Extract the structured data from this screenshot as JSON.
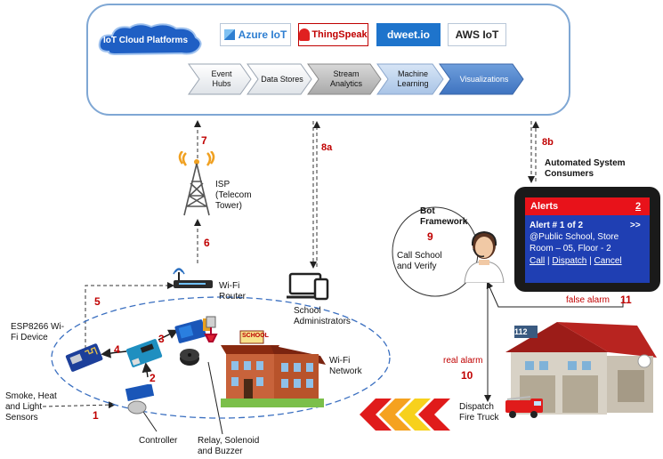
{
  "cloud": {
    "title": "IoT Cloud Platforms",
    "logos": [
      "Azure IoT",
      "ThingSpeak",
      "dweet.io",
      "AWS IoT"
    ],
    "pipeline": [
      "Event Hubs",
      "Data Stores",
      "Stream Analytics",
      "Machine Learning",
      "Visualizations"
    ]
  },
  "labels": {
    "isp": "ISP (Telecom Tower)",
    "router": "Wi-Fi Router",
    "school_admins": "School Administrators",
    "esp8266": "ESP8266 Wi-Fi Device",
    "sensors": "Smoke, Heat and Light Sensors",
    "controller": "Controller",
    "relay": "Relay, Solenoid and Buzzer",
    "wifi_network": "Wi-Fi Network",
    "school_sign": "SCHOOL",
    "automated": "Automated System Consumers",
    "bot_framework": "Bot Framework",
    "call_school": "Call School and Verify",
    "real_alarm": "real alarm",
    "false_alarm": "false alarm",
    "dispatch_truck": "Dispatch Fire Truck",
    "station_number": "112"
  },
  "numbers": {
    "n1": "1",
    "n2": "2",
    "n3": "3",
    "n4": "4",
    "n5": "5",
    "n6": "6",
    "n7": "7",
    "n8a": "8a",
    "n8b": "8b",
    "n9": "9",
    "n10": "10",
    "n11": "11"
  },
  "tablet": {
    "header": "Alerts",
    "header_count": "2",
    "line1": "Alert # 1 of 2",
    "nav": ">>",
    "line2": "@Public School, Store",
    "line3": "Room – 05, Floor - 2",
    "call": "Call",
    "dispatch": "Dispatch",
    "cancel": "Cancel",
    "sep": "|"
  },
  "colors": {
    "accent_red": "#c00000",
    "cloud_border": "#7fa7d4",
    "cloud_badge": "#1f5fc4",
    "alert_red": "#e8121a",
    "alert_blue": "#1f3fb3"
  }
}
